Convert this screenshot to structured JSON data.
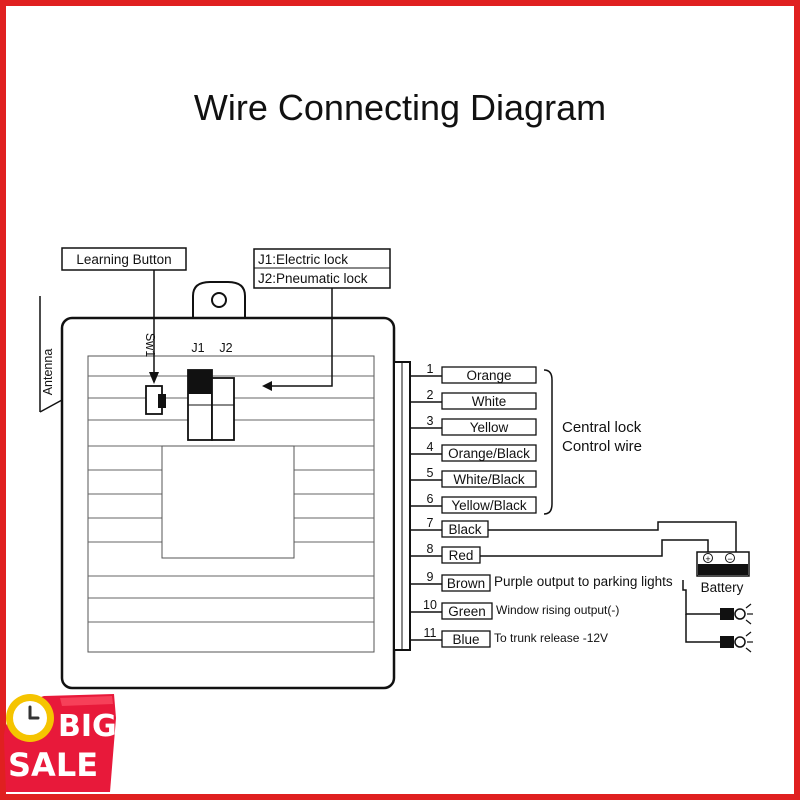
{
  "diagram": {
    "title": "Wire Connecting Diagram",
    "learning_button": "Learning Button",
    "jumper_note": [
      "J1:Electric lock",
      "J2:Pneumatic lock"
    ],
    "sw1": "Sw1",
    "j1": "J1",
    "j2": "J2",
    "antenna": "Antenna",
    "central_lock": [
      "Central lock",
      "Control wire"
    ],
    "battery": "Battery",
    "battery_plus": "+",
    "battery_minus": "−",
    "wires": [
      {
        "num": "1",
        "color": "Orange",
        "desc": ""
      },
      {
        "num": "2",
        "color": "White",
        "desc": ""
      },
      {
        "num": "3",
        "color": "Yellow",
        "desc": ""
      },
      {
        "num": "4",
        "color": "Orange/Black",
        "desc": ""
      },
      {
        "num": "5",
        "color": "White/Black",
        "desc": ""
      },
      {
        "num": "6",
        "color": "Yellow/Black",
        "desc": ""
      },
      {
        "num": "7",
        "color": "Black",
        "desc": ""
      },
      {
        "num": "8",
        "color": "Red",
        "desc": ""
      },
      {
        "num": "9",
        "color": "Brown",
        "desc": "Purple output to parking lights"
      },
      {
        "num": "10",
        "color": "Green",
        "desc": "Window rising output(-)"
      },
      {
        "num": "11",
        "color": "Blue",
        "desc": "To trunk release -12V"
      }
    ]
  },
  "badge": {
    "line1": "BIG",
    "line2": "SALE",
    "colors": {
      "fill": "#e8193a",
      "ring": "#f5c400",
      "frame": "#e02020"
    }
  }
}
